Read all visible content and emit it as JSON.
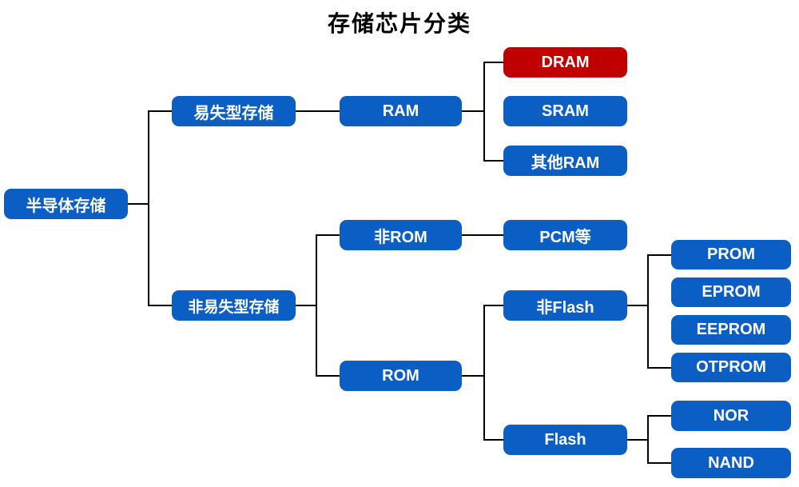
{
  "title": "存储芯片分类",
  "colors": {
    "node": "#0b5fc4",
    "highlight": "#c00000",
    "line": "#000000",
    "node_text": "#ffffff",
    "title_text": "#000000"
  },
  "nodes": {
    "root": {
      "label": "半导体存储"
    },
    "volatile": {
      "label": "易失型存储"
    },
    "nonvolatile": {
      "label": "非易失型存储"
    },
    "ram": {
      "label": "RAM"
    },
    "dram": {
      "label": "DRAM",
      "highlight": true
    },
    "sram": {
      "label": "SRAM"
    },
    "other_ram": {
      "label": "其他RAM"
    },
    "non_rom": {
      "label": "非ROM"
    },
    "pcm": {
      "label": "PCM等"
    },
    "rom": {
      "label": "ROM"
    },
    "non_flash": {
      "label": "非Flash"
    },
    "flash": {
      "label": "Flash"
    },
    "prom": {
      "label": "PROM"
    },
    "eprom": {
      "label": "EPROM"
    },
    "eeprom": {
      "label": "EEPROM"
    },
    "otprom": {
      "label": "OTPROM"
    },
    "nor": {
      "label": "NOR"
    },
    "nand": {
      "label": "NAND"
    }
  },
  "hierarchy": {
    "半导体存储": {
      "易失型存储": {
        "RAM": [
          "DRAM",
          "SRAM",
          "其他RAM"
        ]
      },
      "非易失型存储": {
        "非ROM": [
          "PCM等"
        ],
        "ROM": {
          "非Flash": [
            "PROM",
            "EPROM",
            "EEPROM",
            "OTPROM"
          ],
          "Flash": [
            "NOR",
            "NAND"
          ]
        }
      }
    }
  }
}
